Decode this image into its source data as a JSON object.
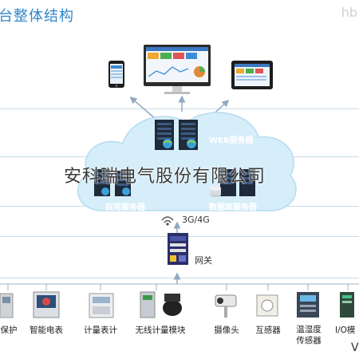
{
  "header": {
    "title": "台整体结构",
    "corner_text": "hb"
  },
  "cloud": {
    "web_server_label": "WEB服务器",
    "app_server_label": "应用服务器",
    "db_server_label": "数据库服务器"
  },
  "watermark": "安科瑞电气股份有限公司",
  "network": {
    "label": "3G/4G"
  },
  "gateway": {
    "label": "网关"
  },
  "devices": [
    {
      "label": "保护"
    },
    {
      "label": "智能电表"
    },
    {
      "label": "计量表计"
    },
    {
      "label": "无线计量模块"
    },
    {
      "label": "摄像头"
    },
    {
      "label": "互感器"
    },
    {
      "label": "温湿度\n传感器"
    },
    {
      "label": "I/O模"
    }
  ],
  "edge_mark": "V",
  "colors": {
    "title": "#2e86c8",
    "cloud": "#d6eef9",
    "accent": "#2a7fc6"
  }
}
